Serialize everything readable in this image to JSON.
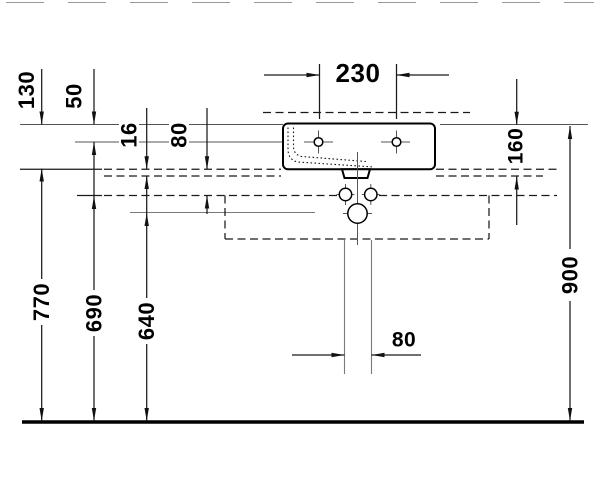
{
  "diagram": {
    "dimension_labels": {
      "hole_spacing": "230",
      "rim_to_basin_bottom": "130",
      "rim_to_hole_axis": "50",
      "basin_bottom_gap": "16",
      "basin_bottom_to_fixing": "80",
      "rim_to_lower_level": "160",
      "basin_bottom_height": "770",
      "fixing_height": "690",
      "drain_height": "640",
      "rim_height": "900",
      "drain_pipe_width": "80"
    }
  }
}
